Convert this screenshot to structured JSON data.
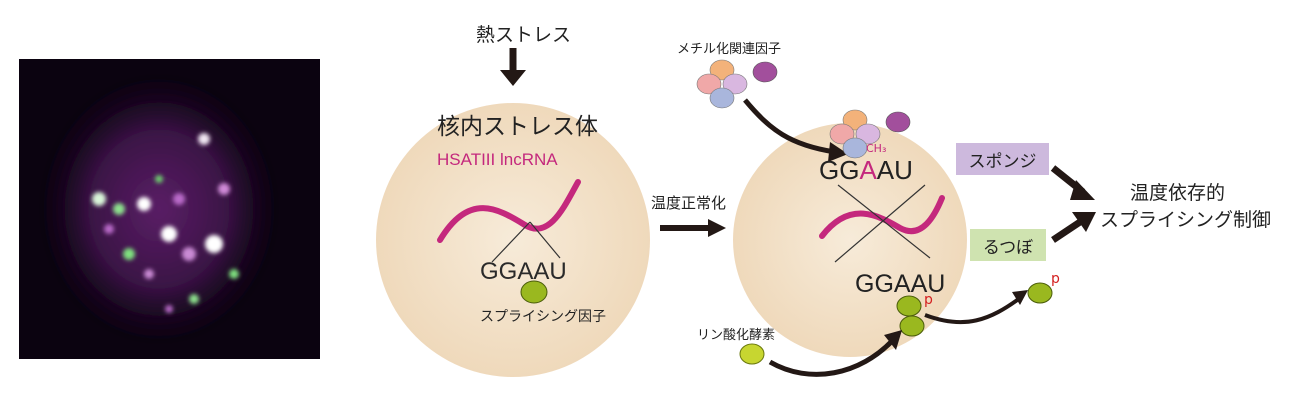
{
  "labels": {
    "heat_stress": "熱ストレス",
    "nuclear_stress_body": "核内ストレス体",
    "hsatiii": "HSATIII lncRNA",
    "ggaau_left": "GGAAU",
    "splicing_factor": "スプライシング因子",
    "temp_normalization": "温度正常化",
    "methylation_factor": "メチル化関連因子",
    "gg": "GG",
    "a_methyl": "A",
    "au": "AU",
    "ch3": "CH₃",
    "ggaau_right": "GGAAU",
    "p_small": "p",
    "p_small2": "p",
    "kinase": "リン酸化酵素",
    "sponge": "スポンジ",
    "rutsubo": "るつぼ",
    "result_line1": "温度依存的",
    "result_line2": "スプライシング制御"
  },
  "colors": {
    "circle_fill": "#f2e0c6",
    "rna_magenta": "#c4287d",
    "sponge_box": "#cdb9dd",
    "rutsubo_box": "#cfe3b0",
    "green_factor": "#9ab81f",
    "arrow": "#231815"
  },
  "icons": {
    "microscopy": "fluorescence-micrograph"
  }
}
